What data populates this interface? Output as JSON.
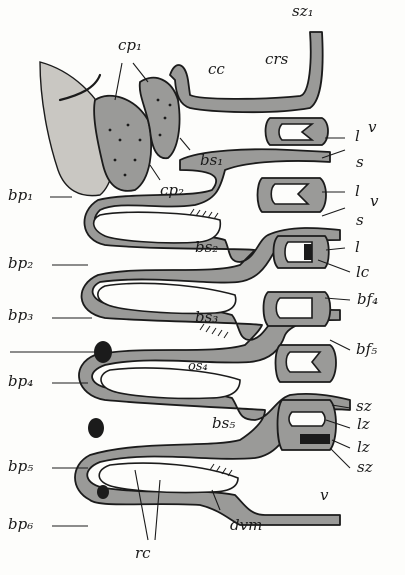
{
  "labels": {
    "cc": "cc",
    "crs": "crs",
    "sz1": "sz₁",
    "cp1": "cp₁",
    "cp2": "cp₂",
    "bs1": "bs₁",
    "bs2": "bs₂",
    "bs3": "bs₃",
    "os4": "os₄",
    "bs5": "bs₅",
    "bp1": "bp₁",
    "bp2": "bp₂",
    "bp3": "bp₃",
    "bp4": "bp₄",
    "bp5": "bp₅",
    "bp6": "bp₆",
    "l_1": "l",
    "v_1": "v",
    "s_1": "s",
    "l_2": "l",
    "v_2": "v",
    "s_2": "s",
    "l_3": "l",
    "lc": "lc",
    "bf4": "bf₄",
    "bf5": "bf₅",
    "sz": "sz",
    "lz_1": "lz",
    "lz_2": "lz",
    "sz_2": "sz",
    "v_bottom": "v",
    "rc": "rc",
    "dvm": "dvm"
  },
  "colors": {
    "ink": "#1b1b1b",
    "wall": "#9a9a98",
    "paper": "#fdfdfb"
  }
}
